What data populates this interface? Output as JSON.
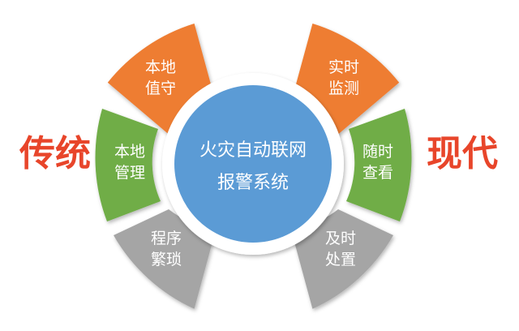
{
  "side_labels": {
    "left": "传统",
    "right": "现代"
  },
  "center": {
    "line1": "火灾自动联网",
    "line2": "报警系统"
  },
  "segments": [
    {
      "id": "local-duty",
      "line1": "本地",
      "line2": "值守",
      "color": "#ee7d31"
    },
    {
      "id": "local-management",
      "line1": "本地",
      "line2": "管理",
      "color": "#6fad46"
    },
    {
      "id": "complex-procedure",
      "line1": "程序",
      "line2": "繁琐",
      "color": "#a5a5a5"
    },
    {
      "id": "realtime-monitoring",
      "line1": "实时",
      "line2": "监测",
      "color": "#ee7d31"
    },
    {
      "id": "anytime-view",
      "line1": "随时",
      "line2": "查看",
      "color": "#6fad46"
    },
    {
      "id": "timely-handling",
      "line1": "及时",
      "line2": "处置",
      "color": "#a5a5a5"
    }
  ],
  "colors": {
    "accent_red": "#e8452a",
    "hub_blue": "#5b9bd5",
    "orange": "#ee7d31",
    "green": "#6fad46",
    "gray": "#a5a5a5"
  }
}
